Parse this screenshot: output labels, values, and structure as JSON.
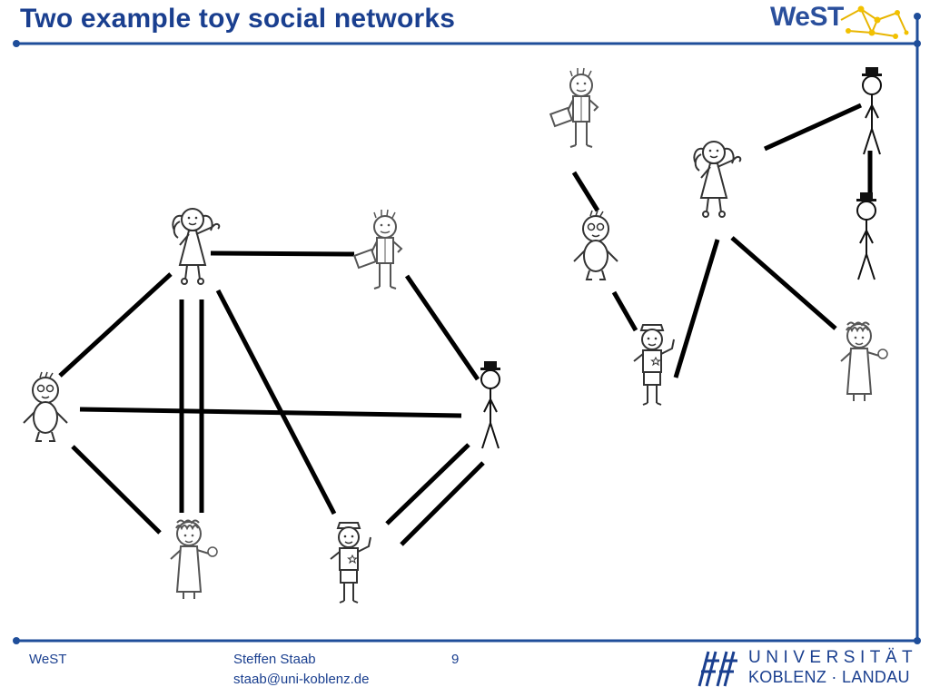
{
  "header": {
    "title": "Two example toy social networks",
    "logo_text": "WeST"
  },
  "footer": {
    "left": "WeST",
    "author": "Steffen Staab",
    "email": "staab@uni-koblenz.de",
    "page_number": "9",
    "university_line1": "UNIVERSITÄT",
    "university_line2": "KOBLENZ · LANDAU"
  },
  "colors": {
    "title": "#1a3f8f",
    "frame": "#1f4e9a",
    "edge": "#000000"
  },
  "icons": {
    "network1": [
      "girl-pigtails-icon",
      "businessman-briefcase-icon",
      "chubby-kid-icon",
      "top-hat-stick-figure-icon",
      "curly-girl-icon",
      "police-officer-icon"
    ],
    "network2": [
      "businessman-briefcase-icon",
      "girl-pigtails-icon",
      "top-hat-stick-figure-icon",
      "chubby-kid-icon",
      "top-hat-stick-figure-icon",
      "police-officer-icon",
      "curly-girl-icon"
    ]
  }
}
